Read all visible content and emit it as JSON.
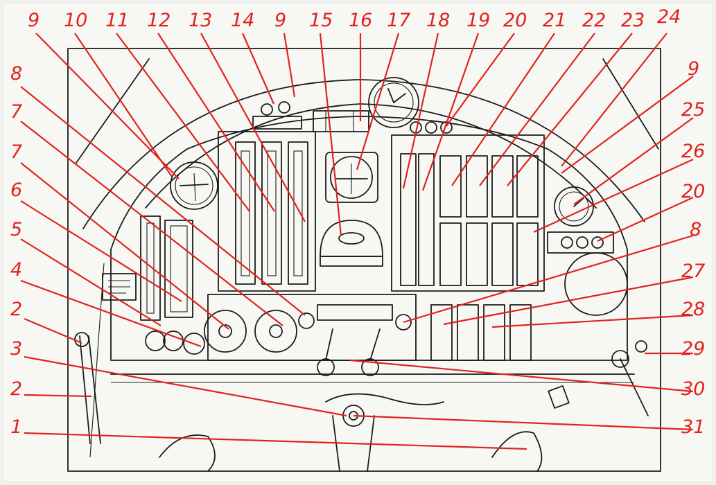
{
  "callouts": [
    {
      "label": "9"
    },
    {
      "label": "10"
    },
    {
      "label": "11"
    },
    {
      "label": "12"
    },
    {
      "label": "13"
    },
    {
      "label": "14"
    },
    {
      "label": "9"
    },
    {
      "label": "15"
    },
    {
      "label": "16"
    },
    {
      "label": "17"
    },
    {
      "label": "18"
    },
    {
      "label": "19"
    },
    {
      "label": "20"
    },
    {
      "label": "21"
    },
    {
      "label": "22"
    },
    {
      "label": "23"
    },
    {
      "label": "24"
    },
    {
      "label": "8"
    },
    {
      "label": "7"
    },
    {
      "label": "7"
    },
    {
      "label": "6"
    },
    {
      "label": "5"
    },
    {
      "label": "4"
    },
    {
      "label": "2"
    },
    {
      "label": "3"
    },
    {
      "label": "2"
    },
    {
      "label": "1"
    },
    {
      "label": "9"
    },
    {
      "label": "25"
    },
    {
      "label": "26"
    },
    {
      "label": "20"
    },
    {
      "label": "8"
    },
    {
      "label": "27"
    },
    {
      "label": "28"
    },
    {
      "label": "29"
    },
    {
      "label": "30"
    },
    {
      "label": "31"
    }
  ],
  "colors": {
    "callout": "#e0231f",
    "ink": "#1b1b1b",
    "paper": "#f7f7f4",
    "background": "#efefec"
  }
}
